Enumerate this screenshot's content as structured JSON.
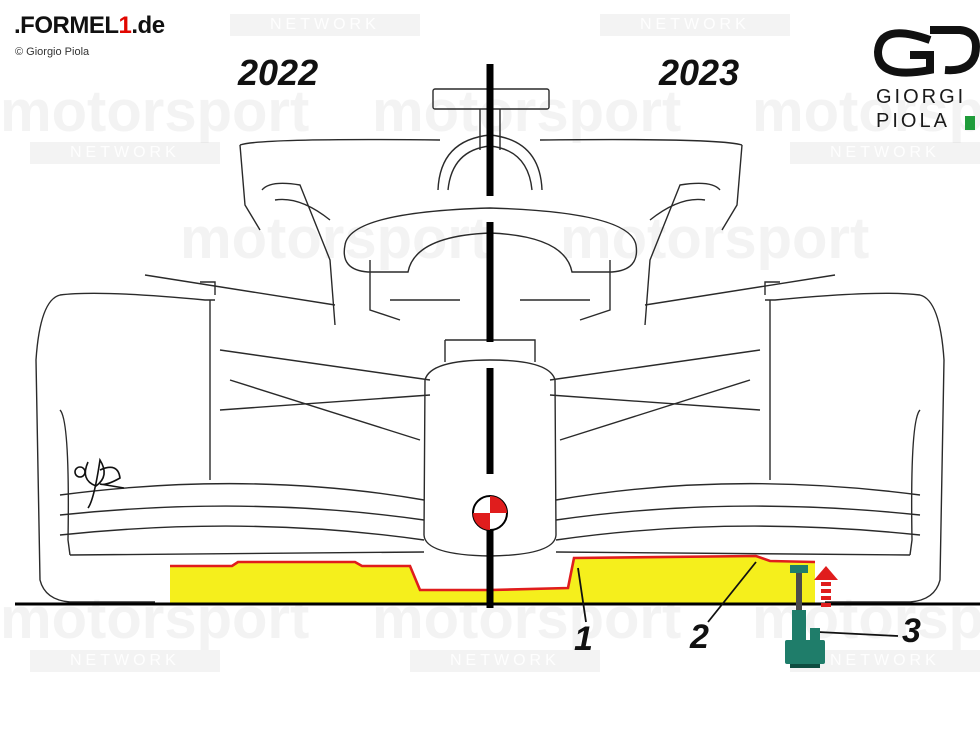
{
  "branding": {
    "site_prefix": ".FORMEL",
    "site_one": "1",
    "site_suffix": ".de",
    "copyright": "© Giorgio Piola",
    "logo_line1": "GIORGI",
    "logo_line2": "PIOLA"
  },
  "labels": {
    "year_left": "2022",
    "year_right": "2023",
    "callout_1": "1",
    "callout_2": "2",
    "callout_3": "3"
  },
  "watermark": {
    "text": "motorsport",
    "sub": "NETWORK"
  },
  "colors": {
    "floor_highlight": "#f5ef1c",
    "floor_edge": "#e01d1d",
    "jack": "#1f7d6a",
    "arrow": "#e01d1d"
  }
}
